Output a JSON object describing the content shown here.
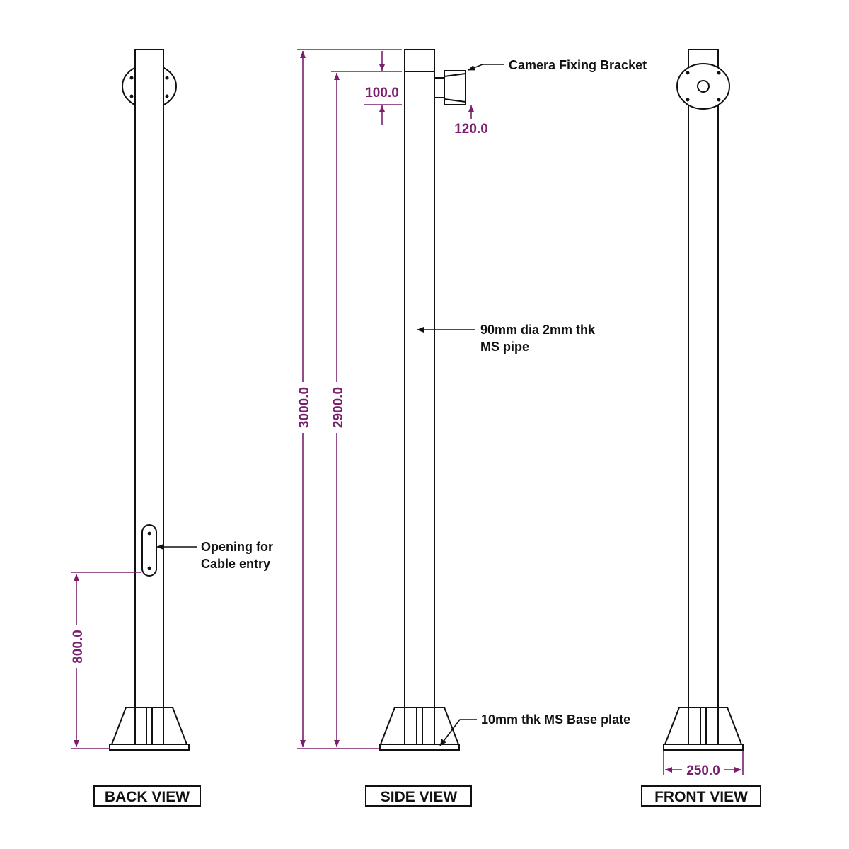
{
  "colors": {
    "line": "#111111",
    "dimension": "#7a1f6e",
    "background": "#ffffff"
  },
  "views": {
    "back": "BACK VIEW",
    "side": "SIDE VIEW",
    "front": "FRONT VIEW"
  },
  "dimensions": {
    "total_height": "3000.0",
    "pipe_height": "2900.0",
    "bracket_offset": "100.0",
    "bracket_width": "120.0",
    "cable_entry_height": "800.0",
    "base_width": "250.0"
  },
  "notes": {
    "camera_bracket": "Camera Fixing Bracket",
    "pipe_line1": "90mm dia 2mm thk",
    "pipe_line2": "MS pipe",
    "opening_line1": "Opening for",
    "opening_line2": "Cable entry",
    "base_plate": "10mm thk MS Base plate"
  }
}
